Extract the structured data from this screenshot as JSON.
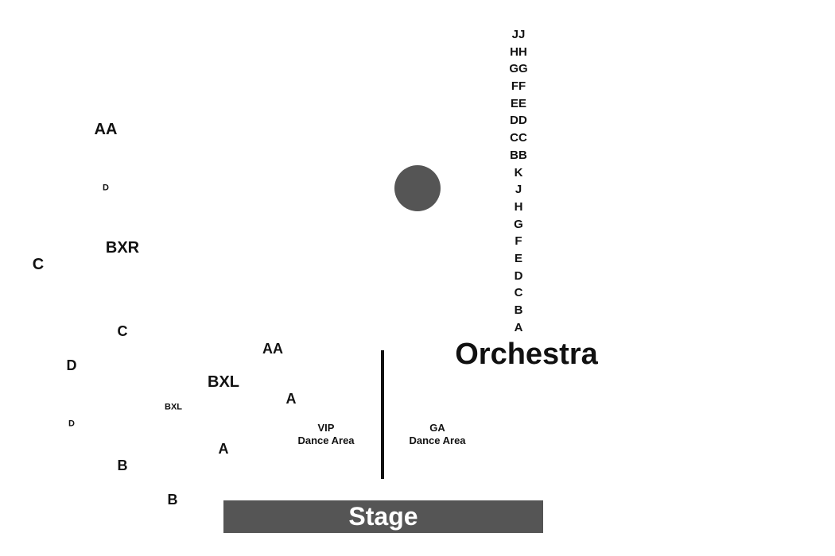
{
  "seat_map": {
    "left_sections": [
      "AA",
      "D",
      "BXR",
      "C",
      "C",
      "D",
      "BXL",
      "D",
      "B",
      "B"
    ],
    "center_sections": [
      "AA",
      "A",
      "A"
    ],
    "orchestra_rows": [
      "JJ",
      "HH",
      "GG",
      "FF",
      "EE",
      "DD",
      "CC",
      "BB",
      "K",
      "J",
      "H",
      "G",
      "F",
      "E",
      "D",
      "C",
      "B",
      "A"
    ],
    "orchestra_label": "Orchestra",
    "vip_area": {
      "line1": "VIP",
      "line2": "Dance Area"
    },
    "ga_area": {
      "line1": "GA",
      "line2": "Dance Area"
    },
    "stage_label": "Stage"
  },
  "colors": {
    "stage": "#555555",
    "pillar": "#555555",
    "divider": "#111111",
    "text": "#111111"
  }
}
